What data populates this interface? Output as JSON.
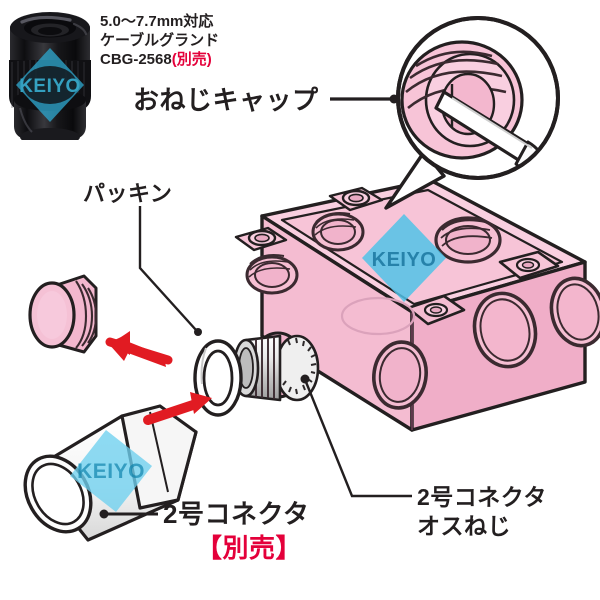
{
  "figure": {
    "title": "outlet box with screw cap and connector assembly diagram",
    "background_color": "#ffffff",
    "line_color": "#231f20",
    "box_fill": "#f7c4d7",
    "box_fill_light": "#fbdde8",
    "box_fill_dark": "#eda8c2",
    "metal_fill": "#f2f2f2",
    "metal_shadow": "#c9c9c9",
    "arrow_color": "#e11b22",
    "watermark_color": "#4ec3e8",
    "sold_separately_color": "#e4003a"
  },
  "product_photo": {
    "name": "cable gland photo",
    "body_color": "#121214",
    "watermark_text": "KEIYO",
    "watermark_color": "#2e9fc4"
  },
  "spec": {
    "line1": "5.0〜7.7mm対応",
    "line2": "ケーブルグランド",
    "model": "CBG-2568",
    "sold_separately": "(別売)"
  },
  "labels": {
    "male_thread_cap": "おねじキャップ",
    "packing": "パッキン",
    "connector_no2": "2号コネクタ",
    "connector_sold_separately": "【別売】",
    "male_screw_line1": "2号コネクタ",
    "male_screw_line2": "オスねじ"
  },
  "watermarks": {
    "box": "KEIYO",
    "connector": "KEIYO"
  },
  "detail_inset": {
    "name": "magnified screw cap detail",
    "contents": "おねじキャップ closeup with screwdriver"
  }
}
